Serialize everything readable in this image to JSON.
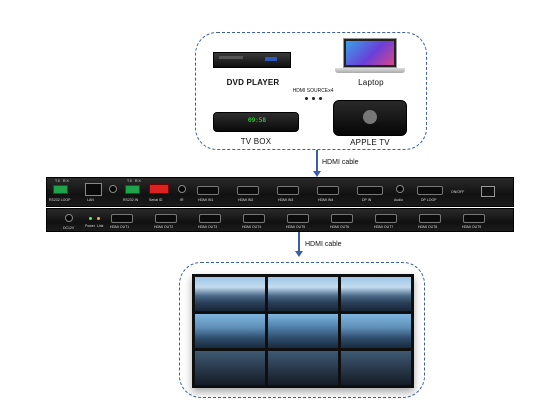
{
  "sources": {
    "dvd_player": "DVD PLAYER",
    "laptop": "Laptop",
    "hub_label": "HDMI SOURCEx4",
    "tv_box": "TV BOX",
    "tv_box_display": "09:58",
    "apple_tv": "APPLE TV"
  },
  "cables": {
    "top": "HDMI cable",
    "bottom": "HDMI cable"
  },
  "device_top": {
    "rs232_loop": "RS232 LOOP",
    "lan": "LAN",
    "rs232_in": "RS232 IN",
    "serial_id": "Serial ID",
    "ir": "IR",
    "inputs": [
      "HDMI IN1",
      "HDMI IN2",
      "HDMI IN3",
      "HDMI IN4"
    ],
    "dp_in": "DP IN",
    "audio": "Audio",
    "dp_loop": "DP LOOP",
    "on_off": "ON/OFF"
  },
  "device_bottom": {
    "dc": "DC12V",
    "power": "Power",
    "link": "Link",
    "outputs": [
      "HDMI OUT1",
      "HDMI OUT2",
      "HDMI OUT3",
      "HDMI OUT4",
      "HDMI OUT5",
      "HDMI OUT6",
      "HDMI OUT7",
      "HDMI OUT8",
      "HDMI OUT9"
    ]
  },
  "colors": {
    "dashed_border": "#3a5fa8",
    "device_body": "#151515",
    "terminal_green": "#1fa34a",
    "dip_red": "#dd2222"
  }
}
